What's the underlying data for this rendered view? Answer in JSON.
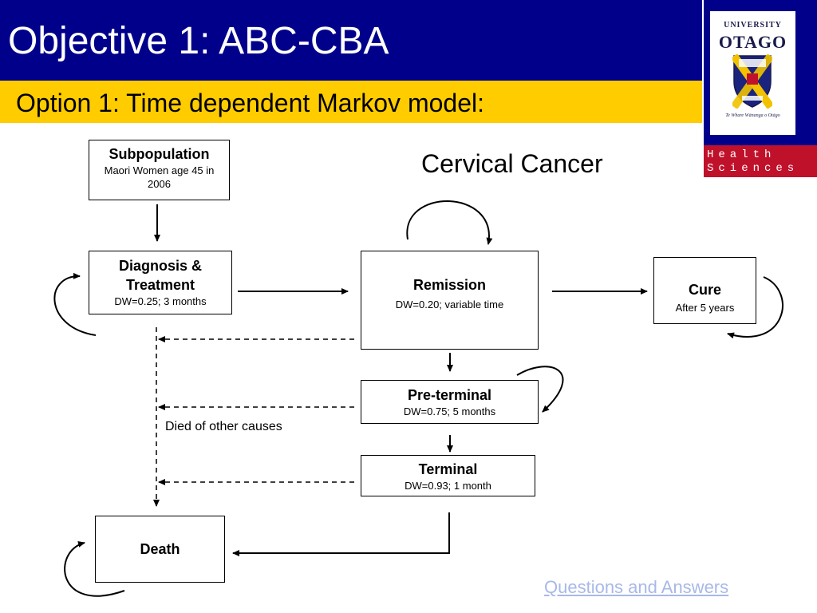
{
  "header": {
    "title": "Objective 1: ABC-CBA",
    "subtitle": "Option 1: Time dependent Markov model:"
  },
  "logo": {
    "university": "UNIVERSITY",
    "name": "OTAGO",
    "motto": "Te Whare Wānanga o Otāgo",
    "health_sciences_line1": "Health",
    "health_sciences_line2": "Sciences"
  },
  "diagram": {
    "heading": "Cervical Cancer",
    "subpopulation": {
      "title": "Subpopulation",
      "detail": "Maori Women age 45 in 2006"
    },
    "diagnosis": {
      "title": "Diagnosis & Treatment",
      "detail": "DW=0.25; 3 months"
    },
    "remission": {
      "title": "Remission",
      "detail": "DW=0.20; variable time"
    },
    "cure": {
      "title": "Cure",
      "detail": "After 5 years"
    },
    "preterminal": {
      "title": "Pre-terminal",
      "detail": "DW=0.75; 5 months"
    },
    "terminal": {
      "title": "Terminal",
      "detail": "DW=0.93; 1 month"
    },
    "death": {
      "title": "Death"
    },
    "died_other_causes": "Died of other causes"
  },
  "footer": {
    "link": "Questions and Answers"
  },
  "colors": {
    "title_bar": "#00008b",
    "subtitle_bar": "#ffcc00",
    "health_sciences": "#c0112b",
    "link": "#a8b8e8"
  }
}
